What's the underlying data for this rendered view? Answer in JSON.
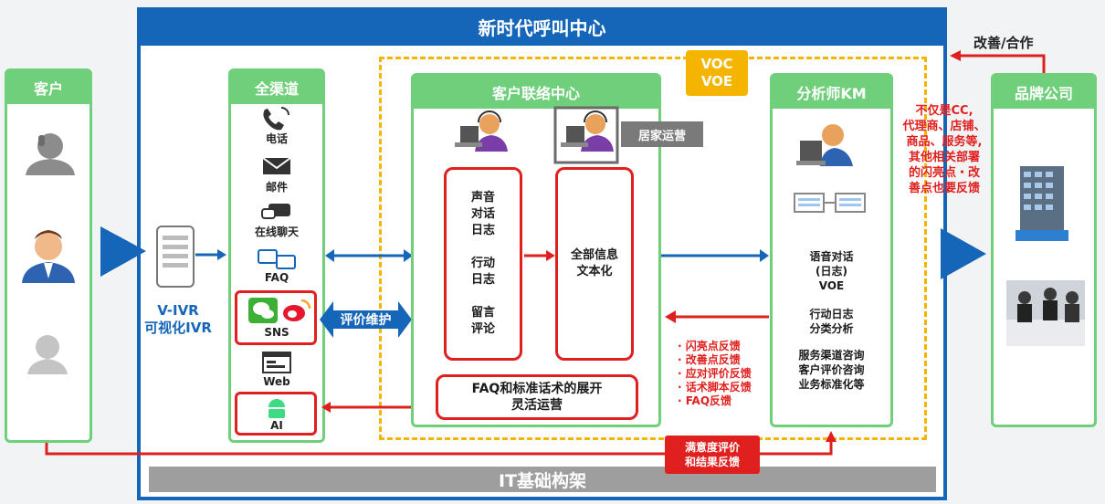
{
  "title": "新时代呼叫中心",
  "infra": "IT基础构架",
  "improve_coop": "改善/合作",
  "voc": {
    "line1": "VOC",
    "line2": "VOE"
  },
  "customer": {
    "title": "客户"
  },
  "vivr": {
    "line1": "V-IVR",
    "line2": "可视化IVR"
  },
  "channels": {
    "title": "全渠道",
    "items": [
      {
        "label": "电话",
        "icon": "phone-icon"
      },
      {
        "label": "邮件",
        "icon": "mail-icon"
      },
      {
        "label": "在线聊天",
        "icon": "chat-icon"
      },
      {
        "label": "FAQ",
        "icon": "faq-icon"
      },
      {
        "label": "SNS",
        "icon": "sns-icon"
      },
      {
        "label": "Web",
        "icon": "web-icon"
      },
      {
        "label": "AI",
        "icon": "android-icon"
      }
    ]
  },
  "eval_maintain": "评价维护",
  "contact_center": {
    "title": "客户联络中心",
    "home_ops": "居家运营",
    "logs": [
      "声音",
      "对话",
      "日志",
      "行动",
      "日志",
      "留言",
      "评论"
    ],
    "textify": [
      "全部信息",
      "文本化"
    ],
    "faq_ops": [
      "FAQ和标准话术的展开",
      "灵活运营"
    ]
  },
  "analyst": {
    "title": "分析师KM",
    "block1": [
      "语音对话",
      "(日志)",
      "VOE"
    ],
    "block2": [
      "行动日志",
      "分类分析"
    ],
    "block3": [
      "服务渠道咨询",
      "客户评价咨询",
      "业务标准化等"
    ]
  },
  "feedback": [
    "· 闪亮点反馈",
    "· 改善点反馈",
    "· 应对评价反馈",
    "· 话术脚本反馈",
    "· FAQ反馈"
  ],
  "satisfaction": [
    "满意度评价",
    "和结果反馈"
  ],
  "note": [
    "不仅是CC,",
    "代理商、店铺、",
    "商品、服务等,",
    "其他相关部署",
    "的闪亮点・改",
    "善点也要反馈"
  ],
  "brand": {
    "title": "品牌公司"
  },
  "colors": {
    "blue": "#1565b8",
    "green": "#6fcf7a",
    "red": "#e0201e",
    "yellow": "#f5b400",
    "gray": "#9e9e9e"
  }
}
